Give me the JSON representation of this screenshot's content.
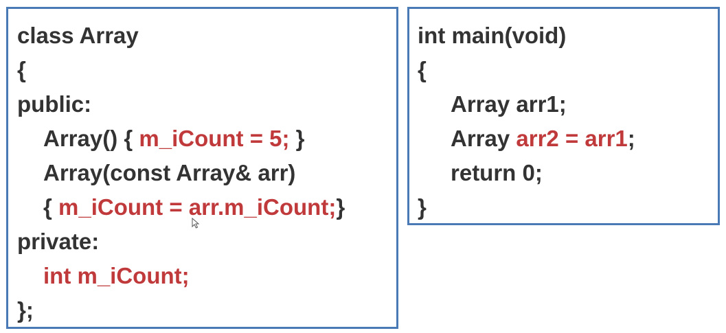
{
  "left_panel": {
    "line1": "class Array",
    "line2": "{",
    "line3": "public:",
    "line4": {
      "before": "Array() { ",
      "highlight": "m_iCount = 5;",
      "after": " }"
    },
    "line5": "Array(const Array& arr)",
    "line6": {
      "before": "{ ",
      "highlight": "m_iCount = arr.m_iCount;",
      "after": "}"
    },
    "line7": "private:",
    "line8": {
      "highlight": "int m_iCount;"
    },
    "line9": "};"
  },
  "right_panel": {
    "line1": "int main(void)",
    "line2": "{",
    "line3": "Array arr1;",
    "line4": {
      "before": "Array ",
      "highlight": "arr2 = arr1",
      "after": ";"
    },
    "line5": "return 0;",
    "line6": "}"
  },
  "colors": {
    "border": "#4a7ab5",
    "text": "#333333",
    "highlight": "#c0393b"
  },
  "icons": {
    "cursor": "mouse-pointer-icon"
  }
}
